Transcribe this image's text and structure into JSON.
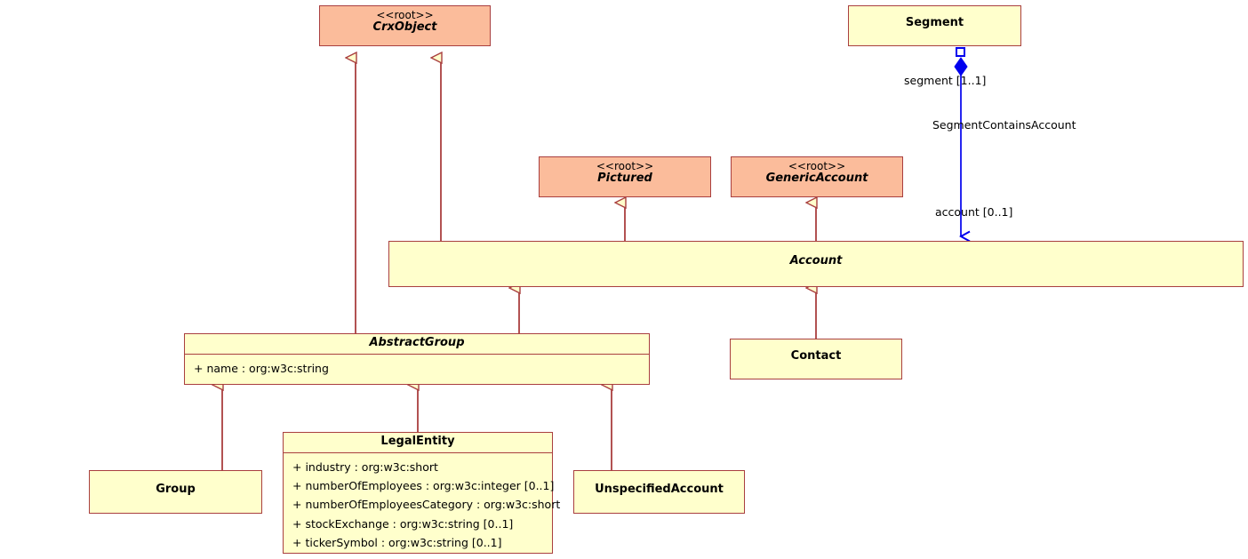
{
  "diagram": {
    "title": "UML Class Diagram",
    "type": "uml-class-diagram",
    "colors": {
      "root_fill": "#fbbc9b",
      "class_fill": "#ffffcc",
      "border": "#a93f3f",
      "association": "#0000ee",
      "background": "#ffffff"
    }
  },
  "classes": {
    "crxobject": {
      "stereotype": "<<root>>",
      "name": "CrxObject",
      "abstract": true,
      "kind": "root"
    },
    "segment": {
      "stereotype": "",
      "name": "Segment",
      "abstract": false,
      "kind": "class"
    },
    "pictured": {
      "stereotype": "<<root>>",
      "name": "Pictured",
      "abstract": true,
      "kind": "root"
    },
    "genericaccount": {
      "stereotype": "<<root>>",
      "name": "GenericAccount",
      "abstract": true,
      "kind": "root"
    },
    "account": {
      "stereotype": "",
      "name": "Account",
      "abstract": true,
      "kind": "class"
    },
    "abstractgroup": {
      "stereotype": "",
      "name": "AbstractGroup",
      "abstract": true,
      "kind": "class",
      "attributes": [
        "+ name : org:w3c:string"
      ]
    },
    "contact": {
      "stereotype": "",
      "name": "Contact",
      "abstract": false,
      "kind": "class"
    },
    "group": {
      "stereotype": "",
      "name": "Group",
      "abstract": false,
      "kind": "class"
    },
    "legalentity": {
      "stereotype": "",
      "name": "LegalEntity",
      "abstract": false,
      "kind": "class",
      "attributes": [
        "+ industry : org:w3c:short",
        "+ numberOfEmployees : org:w3c:integer [0..1]",
        "+ numberOfEmployeesCategory : org:w3c:short",
        "+ stockExchange : org:w3c:string [0..1]",
        "+ tickerSymbol : org:w3c:string [0..1]"
      ]
    },
    "unspecifiedaccount": {
      "stereotype": "",
      "name": "UnspecifiedAccount",
      "abstract": false,
      "kind": "class"
    }
  },
  "association": {
    "name": "SegmentContainsAccount",
    "source_role": "segment [1..1]",
    "target_role": "account [0..1]",
    "source": "Segment",
    "target": "Account",
    "kind": "composition"
  },
  "generalizations": [
    {
      "child": "AbstractGroup",
      "parent": "CrxObject"
    },
    {
      "child": "Account",
      "parent": "CrxObject"
    },
    {
      "child": "Account",
      "parent": "Pictured"
    },
    {
      "child": "Account",
      "parent": "GenericAccount"
    },
    {
      "child": "AbstractGroup",
      "parent": "Account"
    },
    {
      "child": "Contact",
      "parent": "Account"
    },
    {
      "child": "Group",
      "parent": "AbstractGroup"
    },
    {
      "child": "LegalEntity",
      "parent": "AbstractGroup"
    },
    {
      "child": "UnspecifiedAccount",
      "parent": "AbstractGroup"
    }
  ]
}
